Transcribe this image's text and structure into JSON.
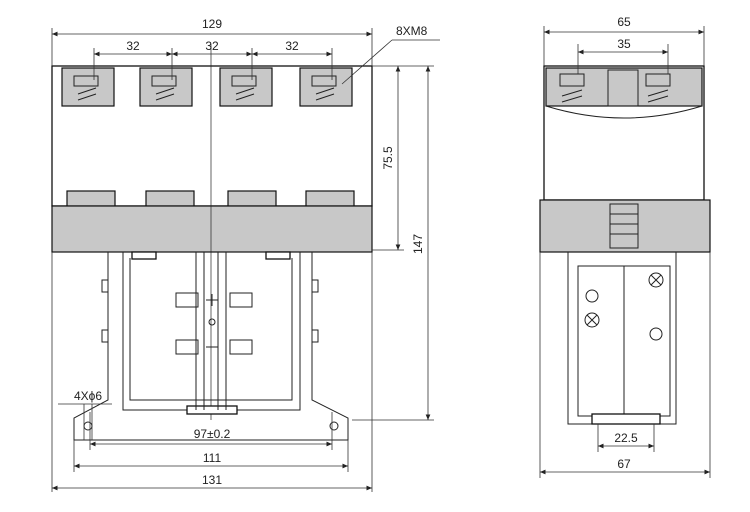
{
  "front_view": {
    "overall_width": "129",
    "terminal_pitch_1": "32",
    "terminal_pitch_2": "32",
    "terminal_pitch_3": "32",
    "terminal_screw": "8XM8",
    "height_upper": "75.5",
    "height_total": "147",
    "mount_hole_pitch": "97±0.2",
    "mount_holes": "4Xϕ6",
    "base_width_inner": "111",
    "base_width_outer": "131"
  },
  "side_view": {
    "overall_depth": "65",
    "terminal_spacing": "35",
    "bottom_dim_inner": "22.5",
    "bottom_dim_outer": "67"
  }
}
